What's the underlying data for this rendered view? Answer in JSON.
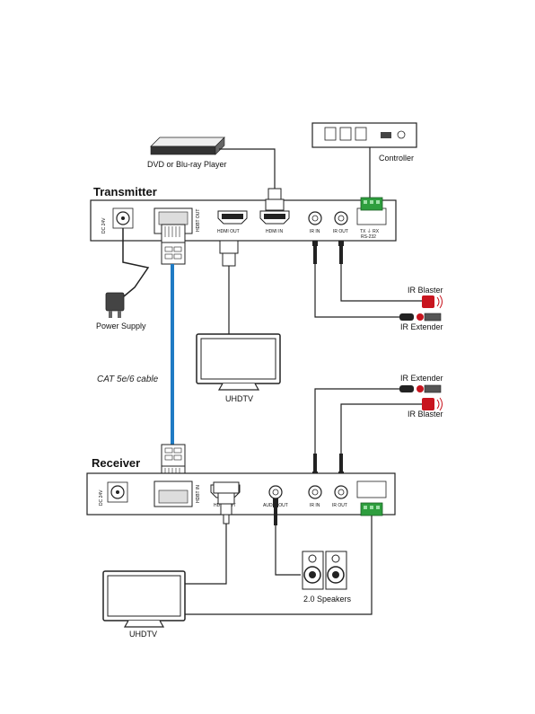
{
  "sections": {
    "transmitter": "Transmitter",
    "receiver": "Receiver"
  },
  "devices": {
    "dvd": "DVD or Blu-ray Player",
    "controller": "Controller",
    "power_supply": "Power Supply",
    "uhdtv_top": "UHDTV",
    "uhdtv_bottom": "UHDTV",
    "speakers": "2.0 Speakers",
    "ir_blaster_top": "IR Blaster",
    "ir_extender_top": "IR Extender",
    "ir_extender_bottom": "IR Extender",
    "ir_blaster_bottom": "IR Blaster"
  },
  "cable": "CAT 5e/6 cable",
  "ports": {
    "dc": "DC 24V",
    "hdbt_out": "HDBT OUT",
    "hdbt_in": "HDBT IN",
    "hdmi_out": "HDMI OUT",
    "hdmi_in": "HDMI IN",
    "ir_in": "IR IN",
    "ir_out": "IR OUT",
    "audio_out": "AUDIO OUT",
    "rs232_pins": "TX  ⏚  RX",
    "rs232": "RS-232"
  },
  "colors": {
    "cat_cable": "#1f7bc4",
    "terminal": "#2e9e3e",
    "ir_emitter": "#c8141e"
  }
}
